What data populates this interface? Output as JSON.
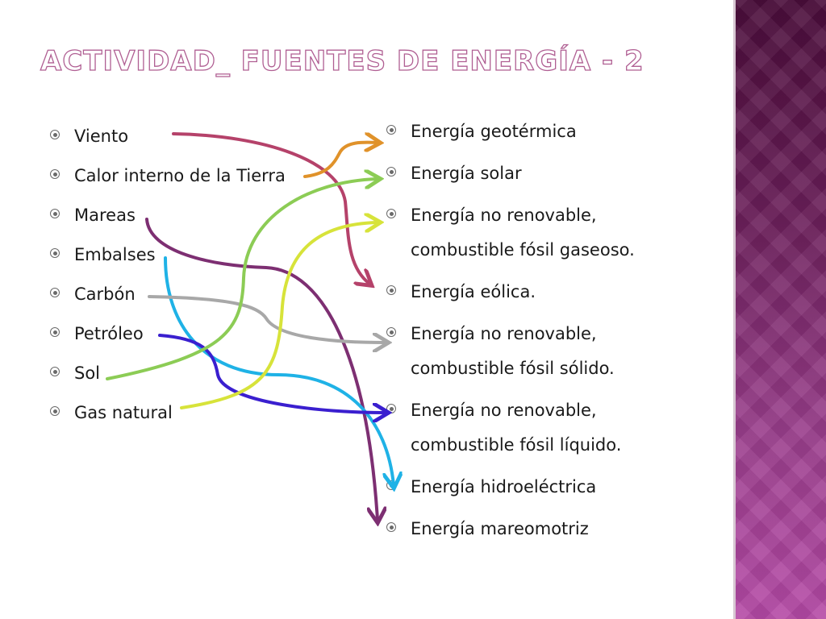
{
  "title": "Actividad_ fuentes de energía - 2",
  "left_items": [
    "Viento",
    "Calor interno de la Tierra",
    "Mareas",
    "Embalses",
    "Carbón",
    "Petróleo",
    "Sol",
    "Gas natural"
  ],
  "right_items": [
    {
      "line1": "Energía geotérmica",
      "line2": ""
    },
    {
      "line1": "Energía solar",
      "line2": ""
    },
    {
      "line1": "Energía no renovable,",
      "line2": "combustible fósil gaseoso."
    },
    {
      "line1": "Energía eólica.",
      "line2": ""
    },
    {
      "line1": "Energía no renovable,",
      "line2": "combustible fósil sólido."
    },
    {
      "line1": "Energía no renovable,",
      "line2": "combustible fósil líquido."
    },
    {
      "line1": "Energía hidroeléctrica",
      "line2": ""
    },
    {
      "line1": "Energía mareomotriz",
      "line2": ""
    }
  ],
  "colors": {
    "viento": "#b5426a",
    "calor": "#e0922a",
    "mareas": "#7d2f72",
    "embalses": "#1fb2e6",
    "carbon": "#a8a8a8",
    "petroleo": "#3a1fcf",
    "sol": "#8ccc55",
    "gas": "#d7e33a",
    "sidebar": "#6b1f5a",
    "title_outline": "#b05f93"
  }
}
